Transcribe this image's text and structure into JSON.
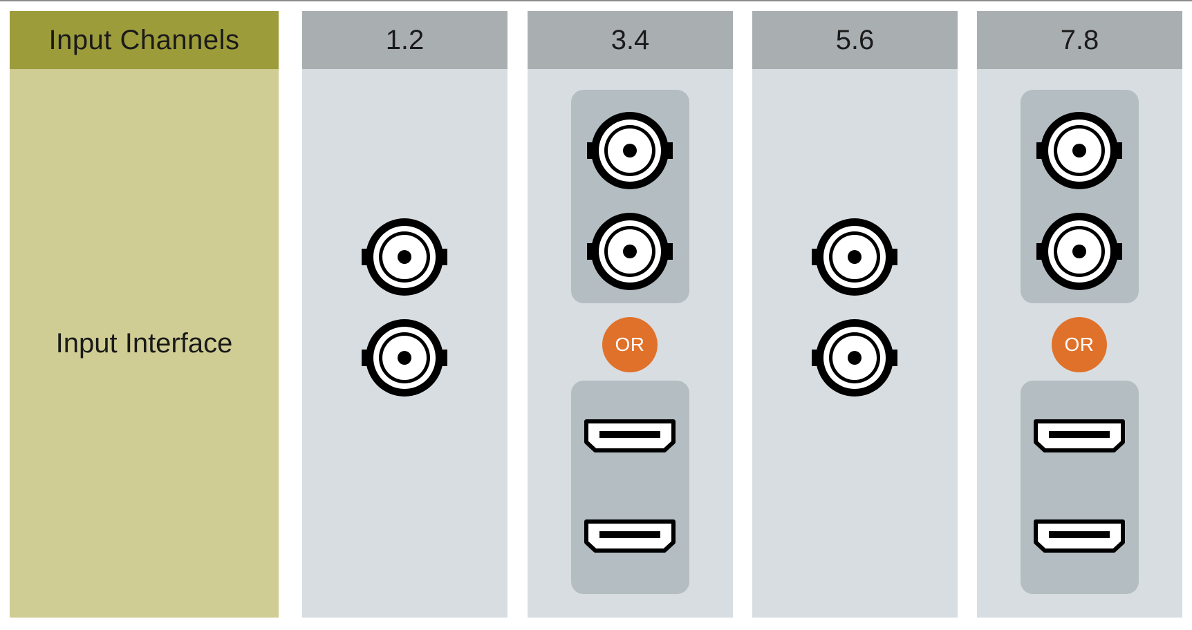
{
  "row_labels": {
    "header": "Input Channels",
    "body": "Input Interface"
  },
  "columns": [
    {
      "label": "1.2",
      "connectors": [
        "bnc",
        "bnc"
      ]
    },
    {
      "label": "3.4",
      "connectors": [
        "bnc",
        "bnc"
      ],
      "alternative": {
        "separator": "OR",
        "connectors": [
          "hdmi",
          "hdmi"
        ]
      }
    },
    {
      "label": "5.6",
      "connectors": [
        "bnc",
        "bnc"
      ]
    },
    {
      "label": "7.8",
      "connectors": [
        "bnc",
        "bnc"
      ],
      "alternative": {
        "separator": "OR",
        "connectors": [
          "hdmi",
          "hdmi"
        ]
      }
    }
  ],
  "colors": {
    "label_header": "#9d9c3b",
    "label_body": "#cfcd93",
    "column_header": "#a9aeb1",
    "column_body": "#d8dde1",
    "group_panel": "#b4bdc2",
    "or_badge": "#e0712a"
  },
  "icons": [
    "bnc-connector-icon",
    "hdmi-port-icon"
  ]
}
